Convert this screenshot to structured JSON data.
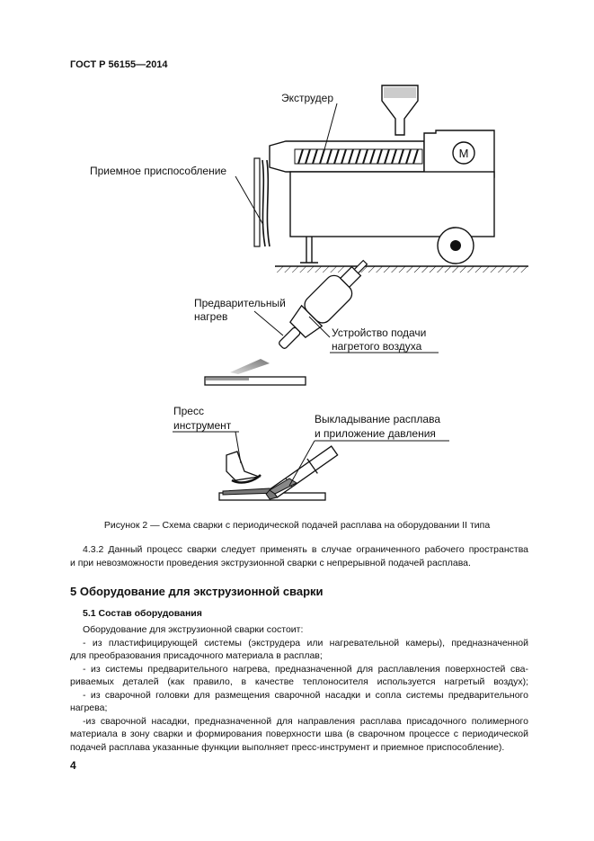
{
  "header": {
    "standard": "ГОСТ Р 56155—2014"
  },
  "figure": {
    "labels": {
      "extruder": "Экструдер",
      "motor": "M",
      "receiving_device": "Приемное приспособление",
      "preheat_line1": "Предварительный",
      "preheat_line2": "нагрев",
      "hot_air_line1": "Устройство подачи",
      "hot_air_line2": "нагретого воздуха",
      "press_line1": "Пресс",
      "press_line2": "инструмент",
      "laying_line1": "Выкладывание расплава",
      "laying_line2": "и приложение давления"
    },
    "caption": "Рисунок 2 — Схема сварки с периодической подачей расплава на оборудовании II типа"
  },
  "body": {
    "para_432": [
      "4.3.2 Данный процесс сварки следует применять в случае ограниченного рабочего пространства",
      "и при невозможности проведения экструзионной сварки с непрерывной подачей расплава."
    ],
    "section5_title": "5 Оборудование для экструзионной сварки",
    "section51_title": "5.1 Состав оборудования",
    "list_lines": [
      "Оборудование для экструзионной сварки состоит:",
      "- из пластифицирующей системы (экструдера или нагревательной камеры), предназначенной",
      "для преобразования присадочного материала в расплав;",
      "- из системы предварительного нагрева, предназначенной для расплавления поверхностей сва-",
      "риваемых деталей (как правило, в качестве теплоносителя используется нагретый воздух);",
      "- из сварочной головки для размещения сварочной насадки и сопла системы предварительного",
      "нагрева;",
      "-из сварочной насадки, предназначенной для направления расплава присадочного полимерного",
      "материала в зону сварки и формирования поверхности шва (в сварочном процессе с периодической",
      "подачей расплава указанные функции выполняет пресс-инструмент и приемное приспособление)."
    ]
  },
  "footer": {
    "page_number": "4"
  }
}
